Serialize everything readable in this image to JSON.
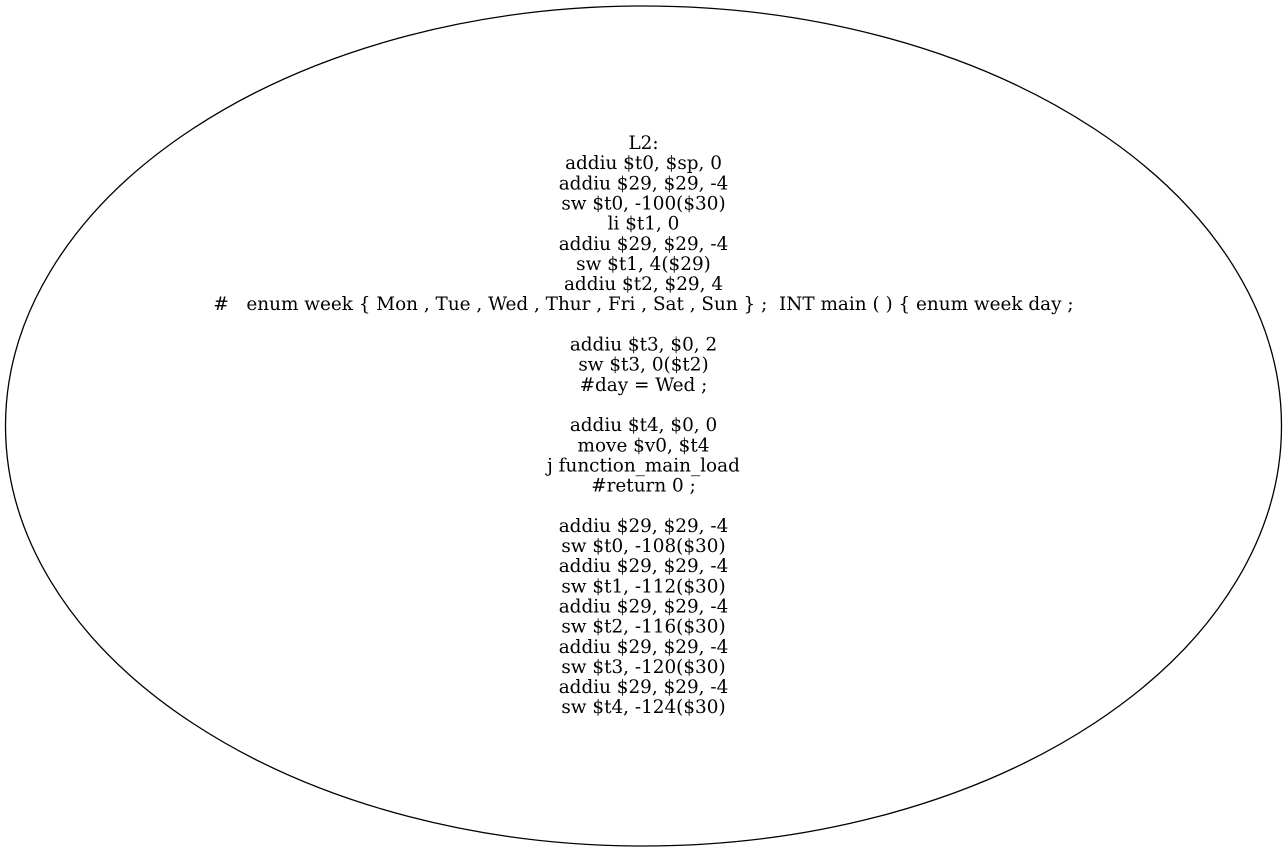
{
  "node": {
    "lines": [
      "L2:",
      "addiu $t0, $sp, 0",
      "addiu $29, $29, -4",
      "sw $t0, -100($30)",
      "li $t1, 0",
      "addiu $29, $29, -4",
      "sw $t1, 4($29)",
      "addiu $t2, $29, 4",
      "#   enum week { Mon , Tue , Wed , Thur , Fri , Sat , Sun } ;  INT main ( ) { enum week day ;",
      "",
      "addiu $t3, $0, 2",
      "sw $t3, 0($t2)",
      "#day = Wed ;",
      "",
      "addiu $t4, $0, 0",
      "move $v0, $t4",
      "j function_main_load",
      "#return 0 ;",
      "",
      "addiu $29, $29, -4",
      "sw $t0, -108($30)",
      "addiu $29, $29, -4",
      "sw $t1, -112($30)",
      "addiu $29, $29, -4",
      "sw $t2, -116($30)",
      "addiu $29, $29, -4",
      "sw $t3, -120($30)",
      "addiu $29, $29, -4",
      "sw $t4, -124($30)"
    ],
    "colors": {
      "stroke": "#000000",
      "fill": "#ffffff",
      "text": "#000000"
    }
  }
}
